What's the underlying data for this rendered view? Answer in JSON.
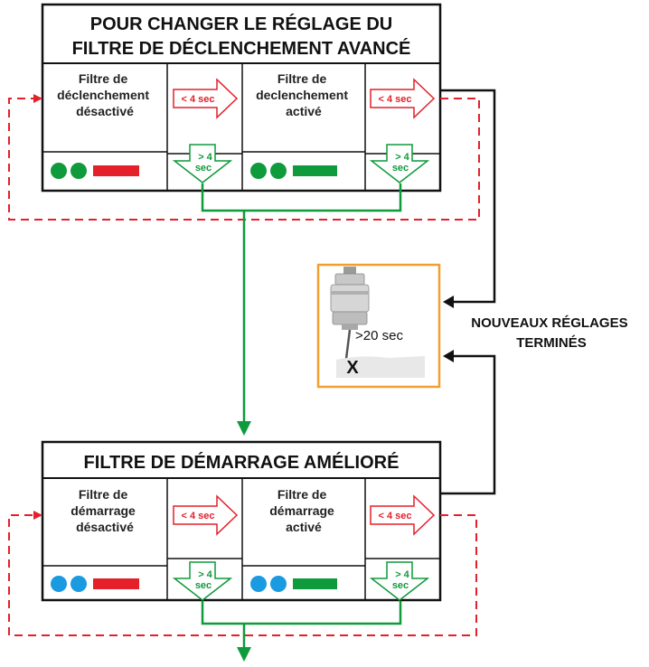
{
  "colors": {
    "red": "#e4202a",
    "green": "#0f9a3c",
    "blue": "#1a9ae0",
    "black": "#111111",
    "orange_border": "#f0a030"
  },
  "top_panel": {
    "title_line1": "POUR CHANGER LE RÉGLAGE DU",
    "title_line2": "FILTRE DE DÉCLENCHEMENT AVANCÉ",
    "left_cell": [
      "Filtre de",
      "déclenchement",
      "désactivé"
    ],
    "right_cell": [
      "Filtre de",
      "declenchement",
      "activé"
    ],
    "short_arrow_label": "< 4 sec",
    "long_arrow_label": [
      "> 4",
      "sec"
    ],
    "led_color": "green"
  },
  "bottom_panel": {
    "title": "FILTRE DE DÉMARRAGE AMÉLIORÉ",
    "left_cell": [
      "Filtre de",
      "démarrage",
      "désactivé"
    ],
    "right_cell": [
      "Filtre de",
      "démarrage",
      "activé"
    ],
    "short_arrow_label": "< 4 sec",
    "long_arrow_label": [
      "> 4",
      "sec"
    ],
    "led_color": "blue"
  },
  "probe_photo": {
    "timer_label": ">20 sec",
    "mark": "X",
    "icon": "probe-icon"
  },
  "completion_label": [
    "NOUVEAUX RÉGLAGES",
    "TERMINÉS"
  ]
}
